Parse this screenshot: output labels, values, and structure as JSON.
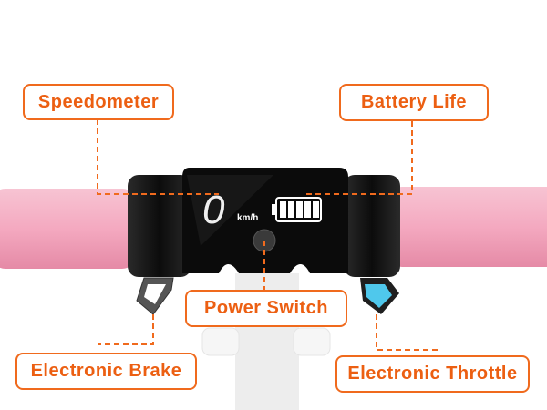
{
  "labels": {
    "speedometer": "Speedometer",
    "battery_life": "Battery Life",
    "power_switch": "Power Switch",
    "electronic_brake": "Electronic Brake",
    "electronic_throttle": "Electronic Throttle"
  },
  "display": {
    "speed_value": "0",
    "speed_unit": "km/h",
    "battery_bars": 5
  },
  "colors": {
    "accent": "#f06a1d",
    "grip": "#f4a9c0",
    "throttle": "#4fc8ec"
  }
}
